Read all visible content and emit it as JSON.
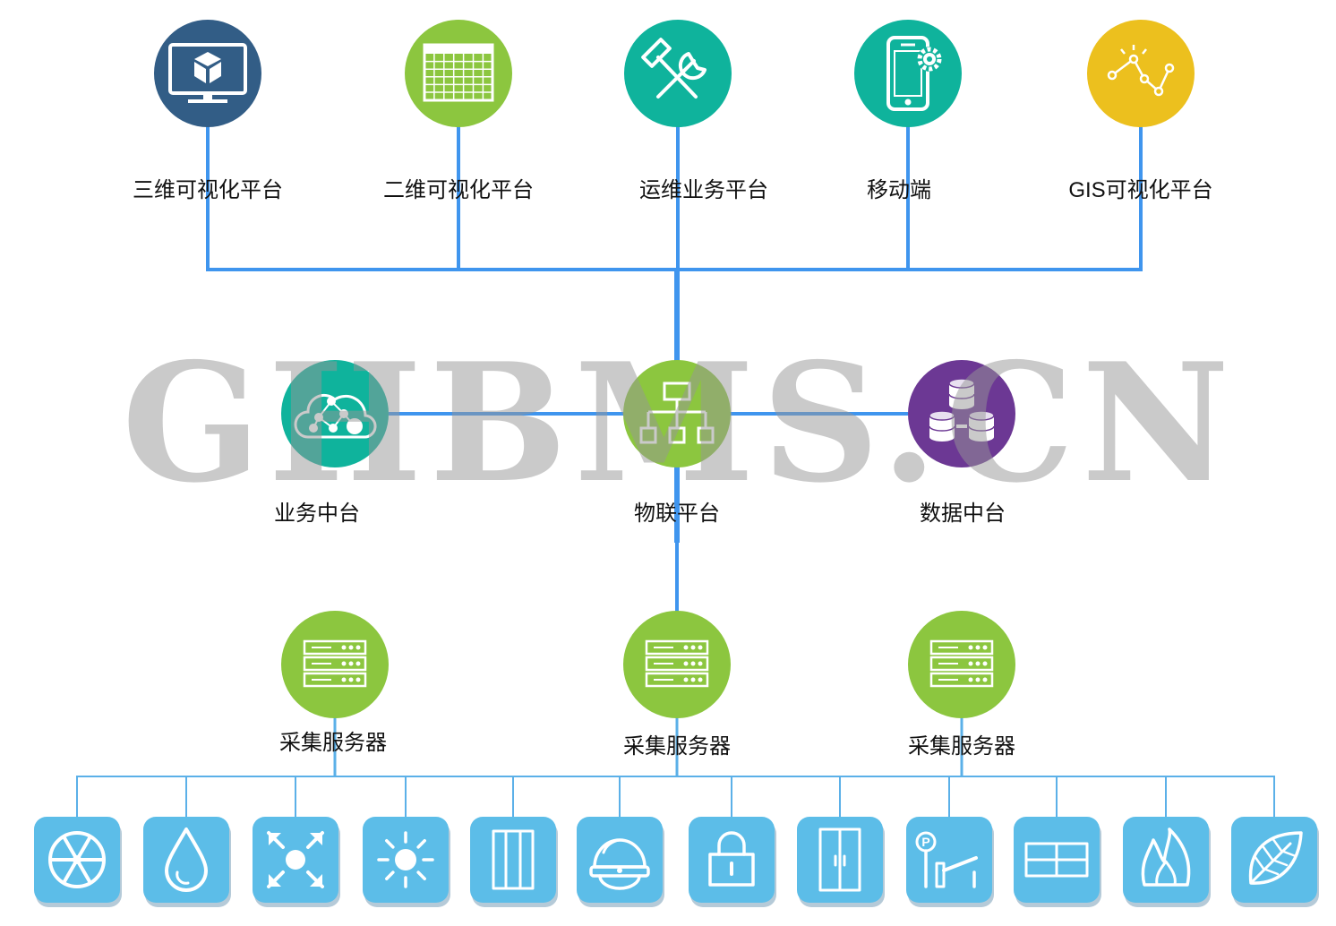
{
  "colors": {
    "line": "#3f95ee",
    "line_thin": "#5bb0e8",
    "navy": "#325d86",
    "green": "#8cc63f",
    "teal": "#0fb39c",
    "yellow": "#ecc01e",
    "purple": "#6c3894",
    "device_tile": "#5cbde8"
  },
  "top_platforms": [
    {
      "label": "三维可视化平台",
      "icon": "monitor-cube-icon",
      "color": "navy"
    },
    {
      "label": "二维可视化平台",
      "icon": "table-grid-icon",
      "color": "green"
    },
    {
      "label": "运维业务平台",
      "icon": "wrench-tools-icon",
      "color": "teal"
    },
    {
      "label": "移动端",
      "icon": "mobile-gear-icon",
      "color": "teal"
    },
    {
      "label": "GIS可视化平台",
      "icon": "line-chart-icon",
      "color": "yellow"
    }
  ],
  "middle": [
    {
      "label": "业务中台",
      "icon": "cloud-network-icon",
      "color": "teal"
    },
    {
      "label": "物联平台",
      "icon": "org-hierarchy-icon",
      "color": "green"
    },
    {
      "label": "数据中台",
      "icon": "database-cluster-icon",
      "color": "purple"
    }
  ],
  "servers": [
    {
      "label": "采集服务器",
      "icon": "server-rack-icon"
    },
    {
      "label": "采集服务器",
      "icon": "server-rack-icon"
    },
    {
      "label": "采集服务器",
      "icon": "server-rack-icon"
    }
  ],
  "devices": [
    {
      "icon": "fan-icon"
    },
    {
      "icon": "water-drop-icon"
    },
    {
      "icon": "expand-arrows-icon"
    },
    {
      "icon": "sun-light-icon"
    },
    {
      "icon": "cabinet-icon"
    },
    {
      "icon": "dome-camera-icon"
    },
    {
      "icon": "padlock-icon"
    },
    {
      "icon": "double-door-icon"
    },
    {
      "icon": "parking-barrier-icon"
    },
    {
      "icon": "window-panel-icon"
    },
    {
      "icon": "fire-icon"
    },
    {
      "icon": "leaf-icon"
    }
  ],
  "watermark": "GHBMS.CN"
}
